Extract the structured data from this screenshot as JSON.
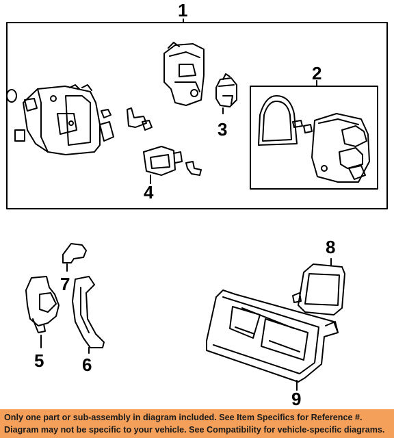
{
  "callouts": {
    "c1": "1",
    "c2": "2",
    "c3": "3",
    "c4": "4",
    "c5": "5",
    "c6": "6",
    "c7": "7",
    "c8": "8",
    "c9": "9"
  },
  "banner": {
    "line1": "Only one part or sub-assembly in diagram included. See Item Specifics for Reference #.",
    "line2": "Diagram may not be specific to your vehicle. See Compatibility for vehicle-specific diagrams."
  },
  "colors": {
    "banner_bg": "#f5a05a",
    "line": "#000000"
  }
}
